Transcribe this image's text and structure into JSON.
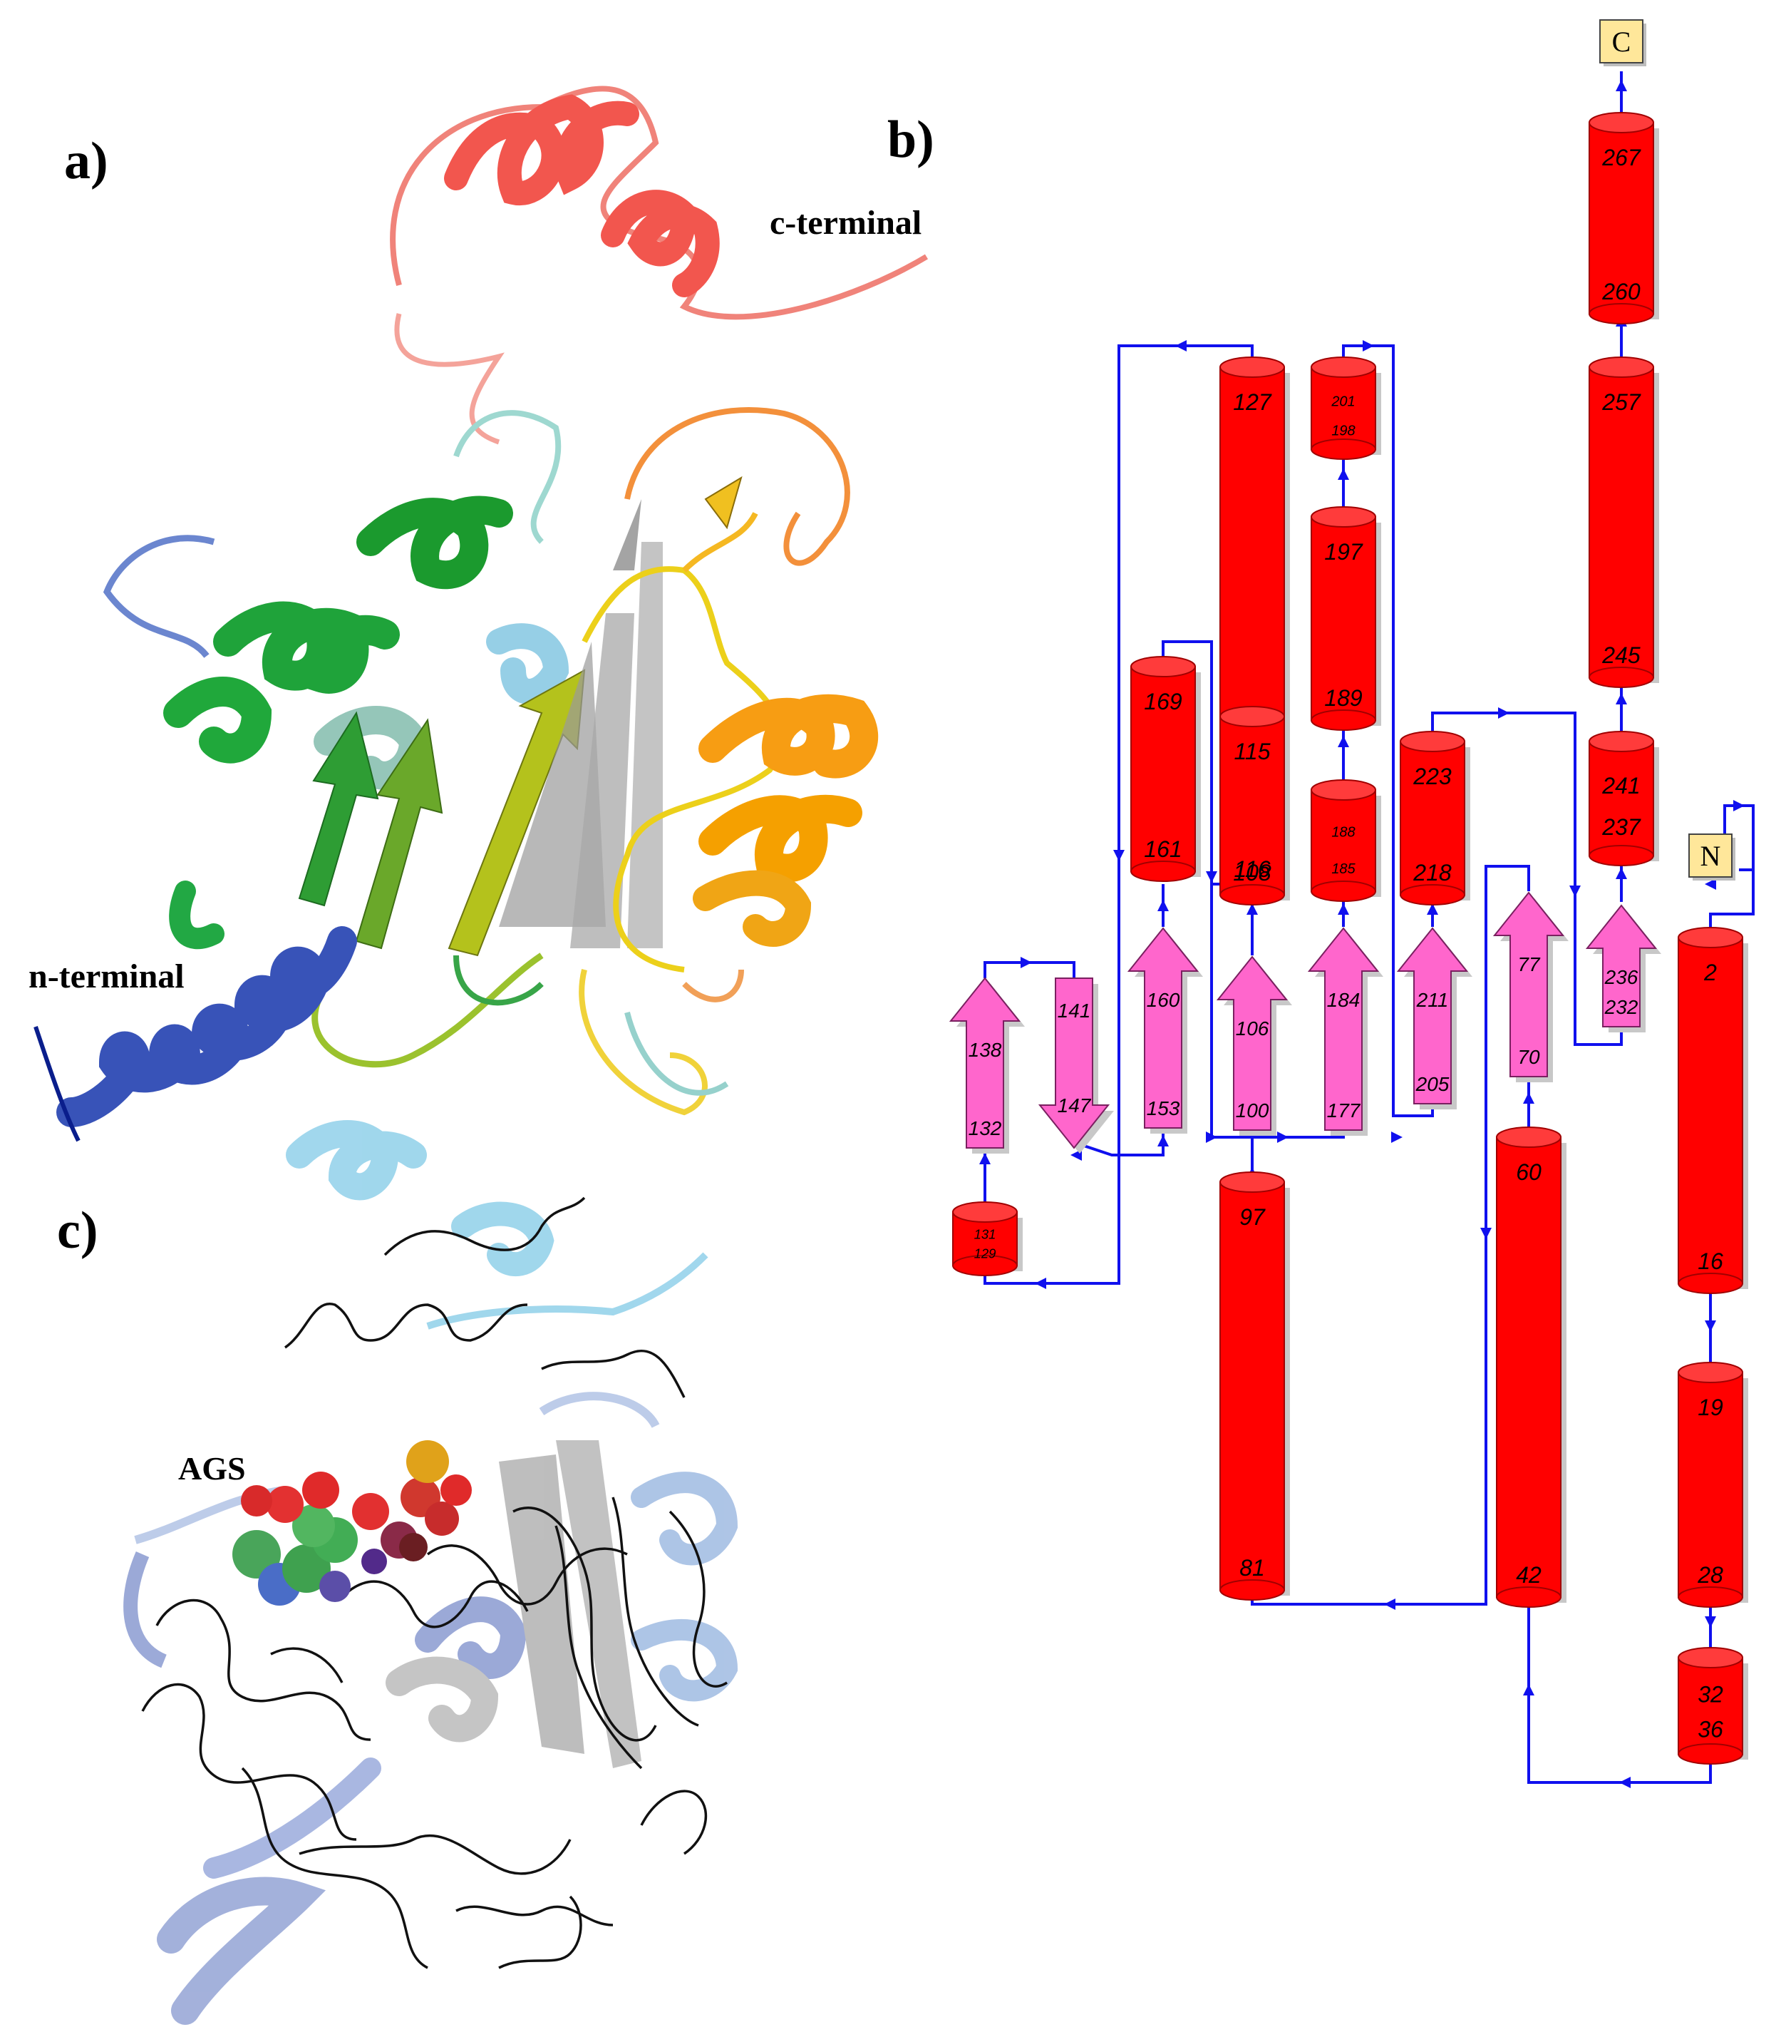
{
  "panels": {
    "a": {
      "label": "a)",
      "annotations": [
        "c-terminal",
        "n-terminal"
      ]
    },
    "b": {
      "label": "b)"
    },
    "c": {
      "label": "c)",
      "ligand_label": "AGS"
    }
  },
  "terminals": {
    "c": "C",
    "n": "N"
  },
  "colors": {
    "helix": "#ff0000",
    "helix_top": "#ff3b3b",
    "strand": "#ff66cc",
    "connector": "#1010ee",
    "terminal_box": "#ffe79a"
  },
  "topology": {
    "helices": [
      {
        "id": "h127",
        "start": "127",
        "end": "116"
      },
      {
        "id": "h201",
        "start": "201",
        "end": "198"
      },
      {
        "id": "h197",
        "start": "197",
        "end": "189"
      },
      {
        "id": "h169",
        "start": "169",
        "end": "161"
      },
      {
        "id": "h115",
        "start": "115",
        "end": "108"
      },
      {
        "id": "h188",
        "start": "188",
        "end": "185"
      },
      {
        "id": "h223",
        "start": "223",
        "end": "218"
      },
      {
        "id": "h267",
        "start": "267",
        "end": "260"
      },
      {
        "id": "h257",
        "start": "257",
        "end": "245"
      },
      {
        "id": "h241",
        "start": "241",
        "end": "237"
      },
      {
        "id": "h131",
        "start": "131",
        "end": "129"
      },
      {
        "id": "h97",
        "start": "97",
        "end": "81"
      },
      {
        "id": "h60",
        "start": "60",
        "end": "42"
      },
      {
        "id": "h2",
        "start": "2",
        "end": "16"
      },
      {
        "id": "h19",
        "start": "19",
        "end": "28"
      },
      {
        "id": "h32",
        "start": "32",
        "end": "36"
      }
    ],
    "strands": [
      {
        "id": "s138",
        "start": "132",
        "end": "138",
        "direction": "up"
      },
      {
        "id": "s141",
        "start": "141",
        "end": "147",
        "direction": "down"
      },
      {
        "id": "s160",
        "start": "153",
        "end": "160",
        "direction": "up"
      },
      {
        "id": "s106",
        "start": "100",
        "end": "106",
        "direction": "up"
      },
      {
        "id": "s184",
        "start": "177",
        "end": "184",
        "direction": "up"
      },
      {
        "id": "s211",
        "start": "205",
        "end": "211",
        "direction": "up"
      },
      {
        "id": "s77",
        "start": "70",
        "end": "77",
        "direction": "up"
      },
      {
        "id": "s236",
        "start": "232",
        "end": "236",
        "direction": "up"
      }
    ]
  }
}
